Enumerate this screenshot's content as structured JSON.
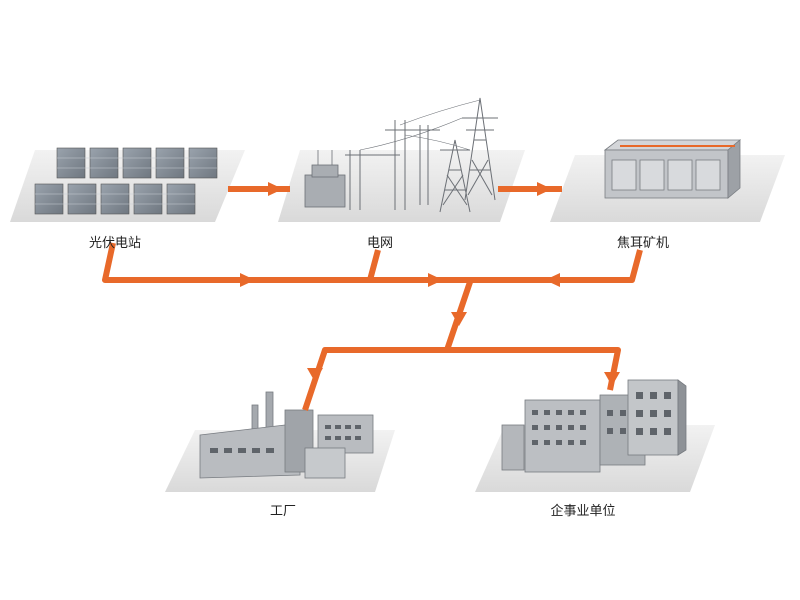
{
  "nodes": {
    "solar": {
      "label": "光伏电站"
    },
    "grid": {
      "label": "电网"
    },
    "miner": {
      "label": "焦耳矿机"
    },
    "factory": {
      "label": "工厂"
    },
    "enterprise": {
      "label": "企事业单位"
    }
  },
  "colors": {
    "flow": "#e8692a",
    "platform": "#e6e6e6",
    "building": "#b9bcc0",
    "building_dark": "#8e9297",
    "window": "#5f646a"
  }
}
